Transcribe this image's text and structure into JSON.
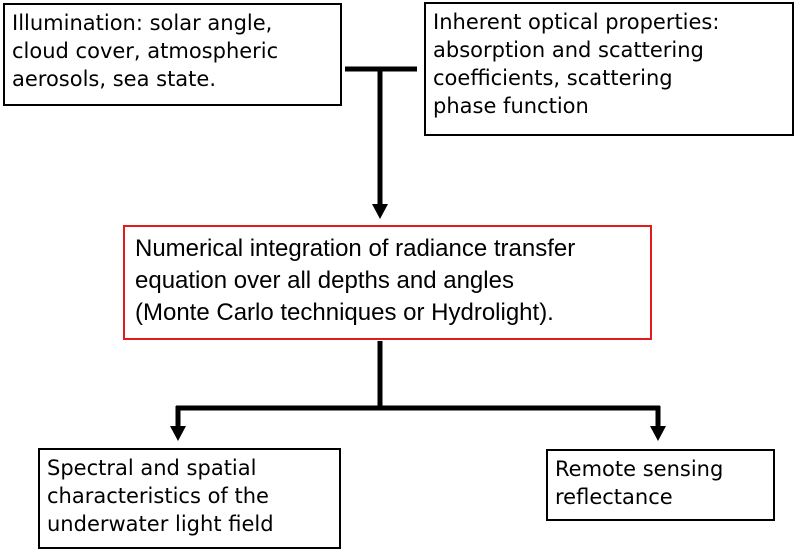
{
  "boxes": {
    "illumination": "Illumination: solar angle,\ncloud cover, atmospheric\naerosols, sea state.",
    "iop": "Inherent optical properties:\nabsorption and scattering\ncoefficients, scattering\nphase function",
    "integration": "Numerical integration of radiance transfer\nequation over all depths and angles\n(Monte Carlo techniques or Hydrolight).",
    "light_field": "Spectral and spatial\ncharacteristics of the\nunderwater light field",
    "reflectance": "Remote sensing\nreflectance"
  },
  "colors": {
    "line": "#000000",
    "box_border": "#000000",
    "highlight_border": "#e31b1b",
    "text": "#000000"
  }
}
